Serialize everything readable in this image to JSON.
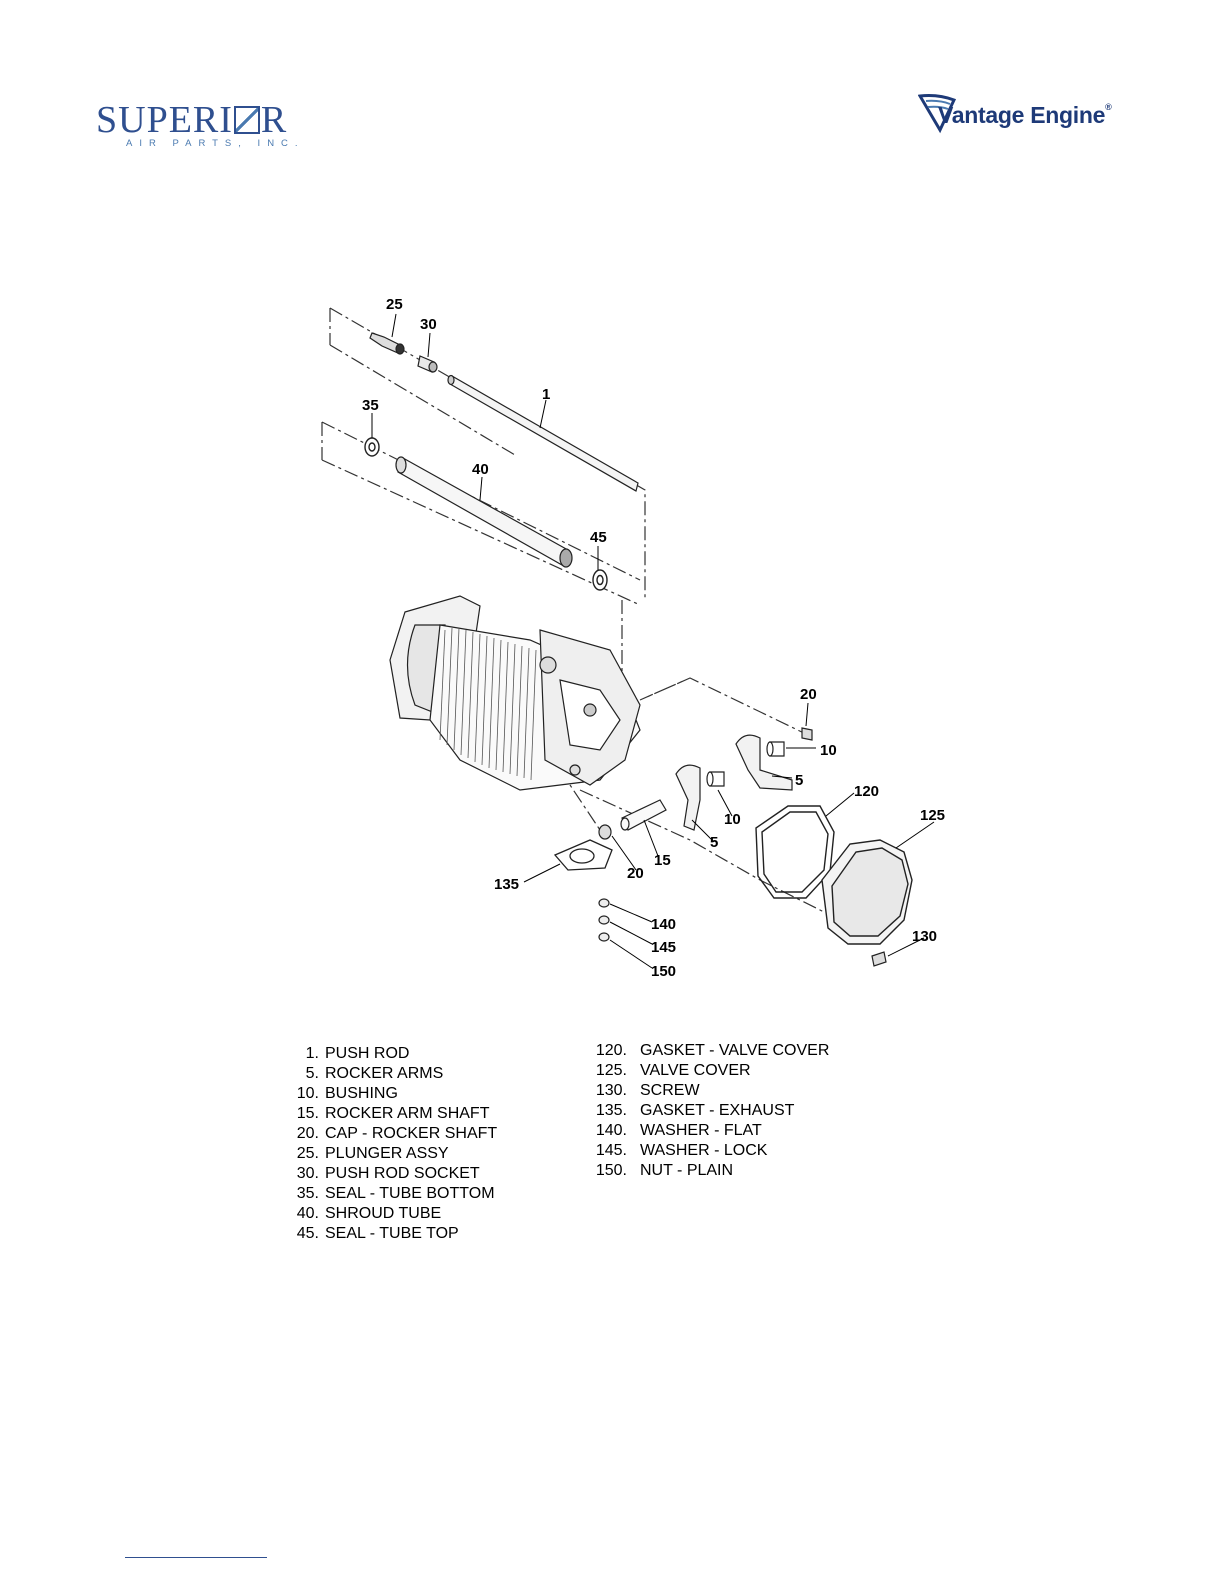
{
  "header": {
    "logo_left": {
      "name": "SUPERI",
      "name_end": "R",
      "tagline": "AIR PARTS, INC."
    },
    "logo_right": {
      "name": "Vantage Engine",
      "mark": "®"
    }
  },
  "callouts": {
    "c1": "1",
    "c5a": "5",
    "c5b": "5",
    "c10a": "10",
    "c10b": "10",
    "c15": "15",
    "c20a": "20",
    "c20b": "20",
    "c25": "25",
    "c30": "30",
    "c35": "35",
    "c40": "40",
    "c45": "45",
    "c120": "120",
    "c125": "125",
    "c130": "130",
    "c135": "135",
    "c140": "140",
    "c145": "145",
    "c150": "150"
  },
  "parts_left": [
    {
      "num": "1.",
      "name": "PUSH ROD"
    },
    {
      "num": "5.",
      "name": "ROCKER ARMS"
    },
    {
      "num": "10.",
      "name": "BUSHING"
    },
    {
      "num": "15.",
      "name": "ROCKER ARM SHAFT"
    },
    {
      "num": "20.",
      "name": "CAP - ROCKER SHAFT"
    },
    {
      "num": "25.",
      "name": "PLUNGER ASSY"
    },
    {
      "num": "30.",
      "name": "PUSH ROD SOCKET"
    },
    {
      "num": "35.",
      "name": "SEAL - TUBE BOTTOM"
    },
    {
      "num": "40.",
      "name": "SHROUD TUBE"
    },
    {
      "num": "45.",
      "name": "SEAL - TUBE TOP"
    }
  ],
  "parts_right": [
    {
      "num": "120.",
      "name": "GASKET - VALVE COVER"
    },
    {
      "num": "125.",
      "name": "VALVE COVER"
    },
    {
      "num": "130.",
      "name": "SCREW"
    },
    {
      "num": "135.",
      "name": "GASKET - EXHAUST"
    },
    {
      "num": "140.",
      "name": "WASHER - FLAT"
    },
    {
      "num": "145.",
      "name": "WASHER - LOCK"
    },
    {
      "num": "150.",
      "name": "NUT - PLAIN"
    }
  ]
}
